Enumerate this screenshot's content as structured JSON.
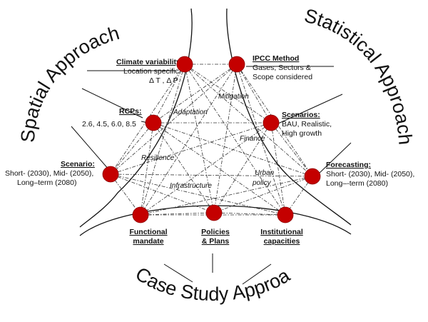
{
  "approaches": {
    "spatial": "Spatial Approach",
    "statistical": "Statistical Approach",
    "case_study": "Case Study Approach"
  },
  "nodes": {
    "climate_variability": {
      "title": "Climate variability:",
      "line1": "Location specific",
      "line2": "Δ T , Δ P"
    },
    "ipcc_method": {
      "title": "IPCC Method",
      "line1": "Gases, Sectors &",
      "line2": "Scope considered"
    },
    "rcps": {
      "title": "RCPs:",
      "line1": "2.6, 4.5, 6.0, 8.5"
    },
    "scenarios_stat": {
      "title": "Scenarios:",
      "line1": "BAU, Realistic,",
      "line2": "High growth"
    },
    "scenario_spatial": {
      "title": "Scenario:",
      "line1": "Short- (2030), Mid- (2050),",
      "line2": "Long–term (2080)"
    },
    "forecasting": {
      "title": "Forecasting:",
      "line1": "Short- (2030), Mid- (2050),",
      "line2": "Long–-term (2080)"
    },
    "functional_mandate": {
      "line1": "Functional",
      "line2": "mandate"
    },
    "policies_plans": {
      "line1": "Policies",
      "line2": "& Plans"
    },
    "institutional_capacities": {
      "line1": "Institutional",
      "line2": "capacities"
    }
  },
  "inner_labels": {
    "mitigation": "Mitigation",
    "adaptation": "Adaptation",
    "finance": "Finance",
    "resilience": "Resilience",
    "urban": "Urban",
    "policy": "policy",
    "infrastructure": "Infrastructure"
  },
  "colors": {
    "node": "#c40000",
    "line": "#333333"
  }
}
